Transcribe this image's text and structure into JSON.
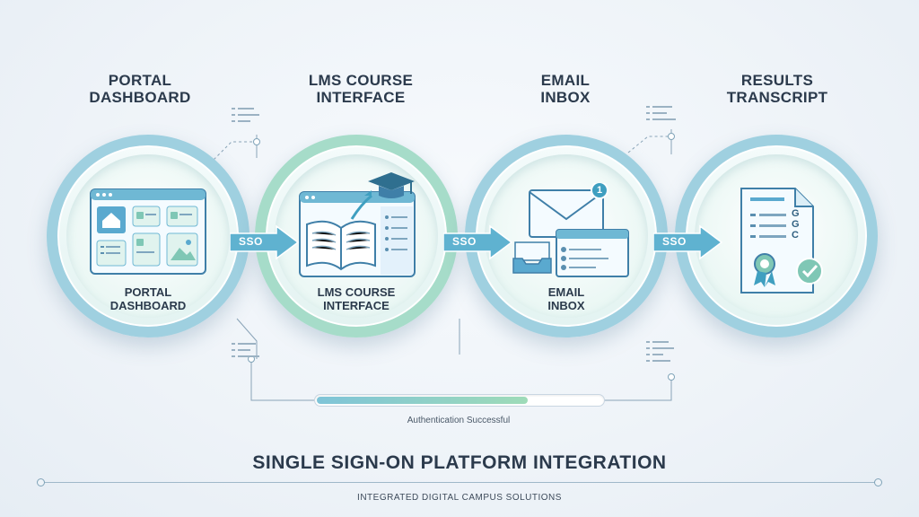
{
  "stages": [
    {
      "top_label": [
        "PORTAL",
        "DASHBOARD"
      ],
      "inner_label": [
        "PORTAL",
        "DASHBOARD"
      ],
      "icon": "dashboard-window-icon"
    },
    {
      "top_label": [
        "LMS COURSE",
        "INTERFACE"
      ],
      "inner_label": [
        "LMS COURSE",
        "INTERFACE"
      ],
      "icon": "open-book-graduation-cap-icon"
    },
    {
      "top_label": [
        "EMAIL",
        "INBOX"
      ],
      "inner_label": [
        "EMAIL",
        "INBOX"
      ],
      "icon": "envelope-inbox-icon"
    },
    {
      "top_label": [
        "RESULTS",
        "TRANSCRIPT"
      ],
      "inner_label": [],
      "icon": "transcript-certificate-icon"
    }
  ],
  "connectors": [
    "SSO",
    "SSO",
    "SSO"
  ],
  "email_badge_count": "1",
  "transcript_grades": [
    "G",
    "G",
    "C"
  ],
  "progress": {
    "fraction": 0.74,
    "caption": "Authentication Successful"
  },
  "title": "SINGLE SIGN-ON PLATFORM INTEGRATION",
  "subtitle": "INTEGRATED DIGITAL CAMPUS SOLUTIONS",
  "colors": {
    "ring": "#9fd0e0",
    "arrow": "#5fb2d0",
    "accent_teal": "#3f9fc0",
    "mint": "#9edbb8",
    "text": "#2b3a4c"
  }
}
